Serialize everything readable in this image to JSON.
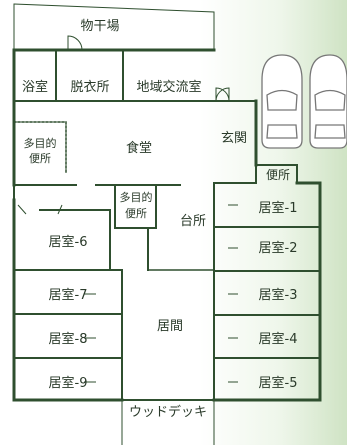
{
  "labels": {
    "drying_area": "物干場",
    "bath": "浴室",
    "dressing": "脱衣所",
    "community_room": "地域交流室",
    "multi_toilet_1": "多目的\n便所",
    "dining": "食堂",
    "entrance": "玄関",
    "toilet": "便所",
    "multi_toilet_2": "多目的\n便所",
    "kitchen": "台所",
    "room_6": "居室-6",
    "room_7": "居室-7",
    "room_8": "居室-8",
    "room_9": "居室-9",
    "room_1": "居室-1",
    "room_2": "居室-2",
    "room_3": "居室-3",
    "room_4": "居室-4",
    "room_5": "居室-5",
    "living": "居間",
    "wood_deck": "ウッドデッキ"
  },
  "colors": {
    "wall": "#2f4f2f",
    "line": "#3a5a3a",
    "text": "#2a3a2a",
    "green_bg": "#cfe3c4",
    "green_bg_light": "#eef6ea",
    "car": "#777777"
  },
  "icons": [
    "car-icon",
    "car-icon"
  ]
}
